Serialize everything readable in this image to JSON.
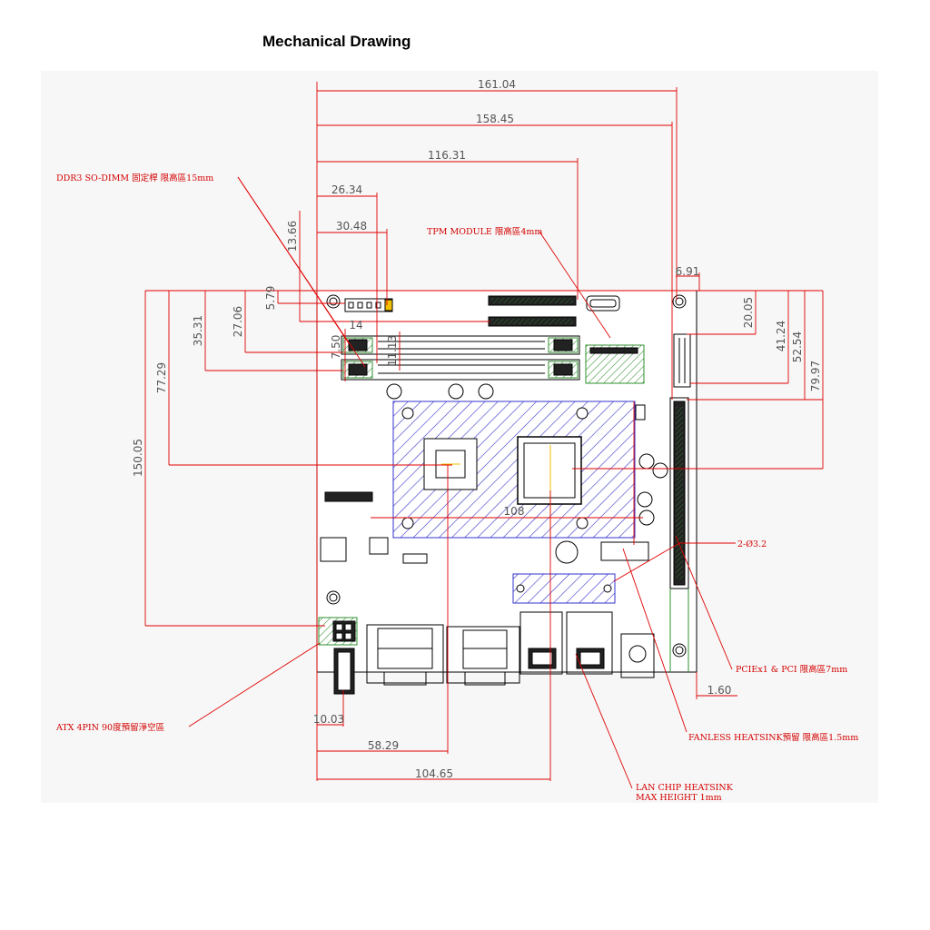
{
  "title": "Mechanical Drawing",
  "dimensions": {
    "w161": "161.04",
    "w158": "158.45",
    "w116": "116.31",
    "w26": "26.34",
    "w30": "30.48",
    "h13": "13.66",
    "v5": "5.79",
    "v27": "27.06",
    "v35": "35.31",
    "v77": "77.29",
    "v150": "150.05",
    "v14": "14",
    "v7": "7.50",
    "v11": "11.13",
    "w6": "6.91",
    "r20": "20.05",
    "r41": "41.24",
    "r52": "52.54",
    "r79": "79.97",
    "cpu108": "108",
    "b10": "10.03",
    "b58": "58.29",
    "b104": "104.65",
    "b1": "1.60"
  },
  "callouts": {
    "ddr3": "DDR3 SO-DIMM 固定桿 限高區15mm",
    "tpm": "TPM MODULE 限高區4mm",
    "holes": "2-Ø3.2",
    "pcie": "PCIEx1 & PCI 限高區7mm",
    "fanless": "FANLESS HEATSINK預留 限高區1.5mm",
    "lan1": "LAN CHIP HEATSINK",
    "lan2": "MAX HEIGHT 1mm",
    "atx": "ATX 4PIN 90度預留淨空區"
  },
  "colors": {
    "dimension_line": "#e00000",
    "board_outline": "#000000",
    "cpu_zone": "#3333cc",
    "tpm_zone": "#2f8f2f",
    "background_sheet": "#f7f7f7"
  }
}
